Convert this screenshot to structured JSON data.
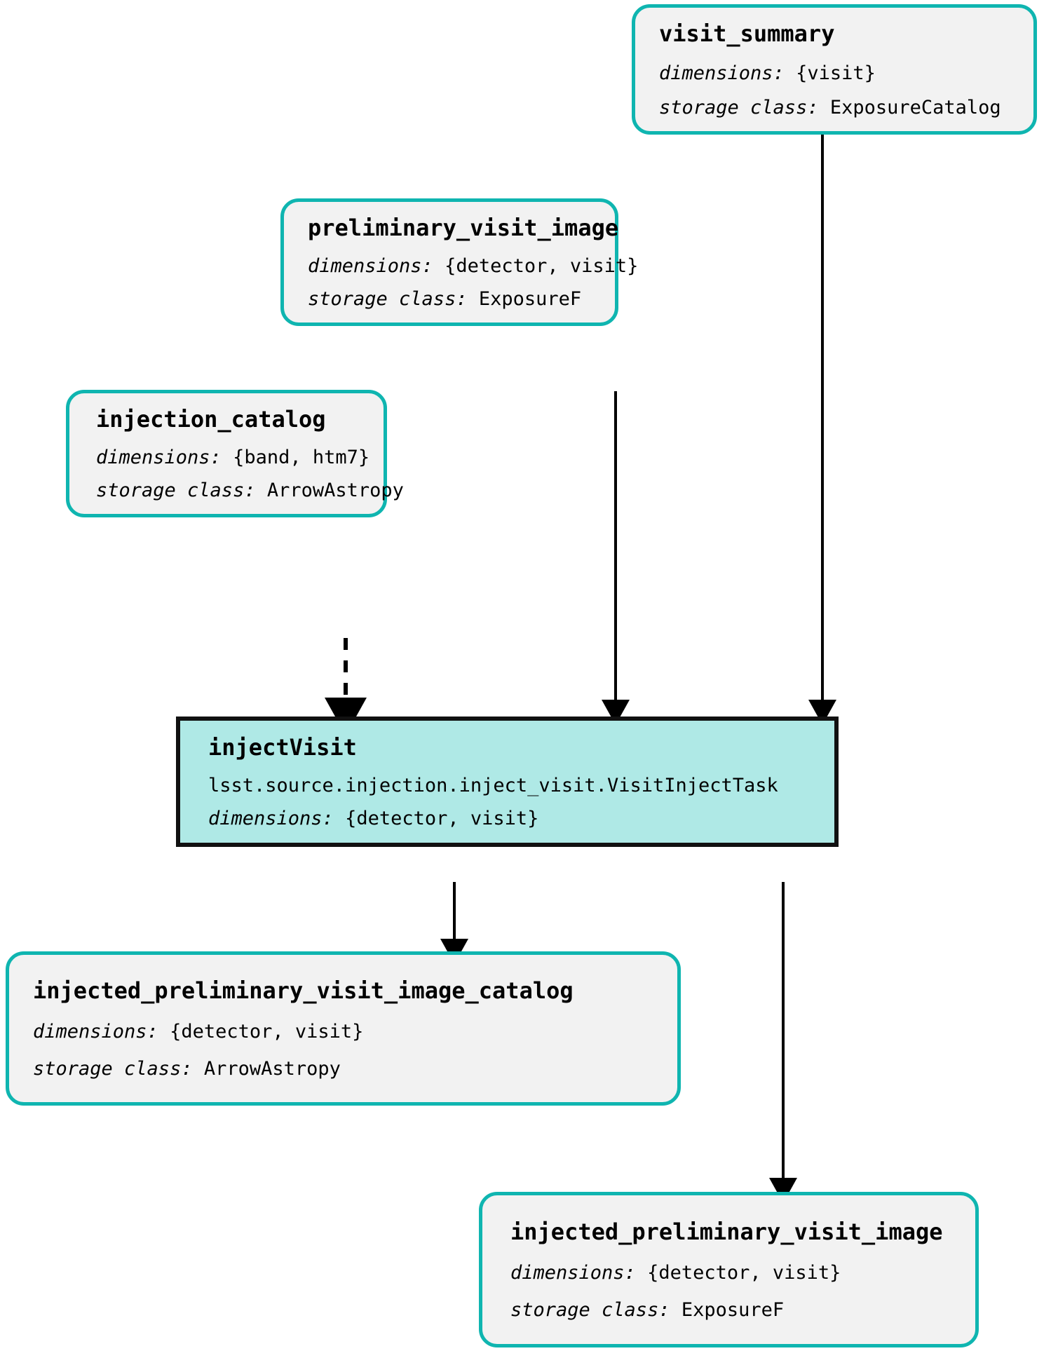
{
  "diagram": {
    "type": "pipeline-dag",
    "colors": {
      "dataset_border": "#0FB5B0",
      "dataset_fill": "#F2F2F2",
      "task_fill": "#AFE9E6",
      "task_border": "#111111",
      "edge": "#000000",
      "background": "#FFFFFF"
    },
    "labels": {
      "dimensions": "dimensions:",
      "storage_class": "storage class:"
    },
    "nodes": [
      {
        "id": "visit_summary",
        "kind": "dataset",
        "title": "visit_summary",
        "dimensions": "{visit}",
        "storage_class": "ExposureCatalog"
      },
      {
        "id": "preliminary_visit_image",
        "kind": "dataset",
        "title": "preliminary_visit_image",
        "dimensions": "{detector, visit}",
        "storage_class": "ExposureF"
      },
      {
        "id": "injection_catalog",
        "kind": "dataset",
        "title": "injection_catalog",
        "dimensions": "{band, htm7}",
        "storage_class": "ArrowAstropy"
      },
      {
        "id": "injectVisit",
        "kind": "task",
        "title": "injectVisit",
        "task_class": "lsst.source.injection.inject_visit.VisitInjectTask",
        "dimensions": "{detector, visit}"
      },
      {
        "id": "injected_preliminary_visit_image_catalog",
        "kind": "dataset",
        "title": "injected_preliminary_visit_image_catalog",
        "dimensions": "{detector, visit}",
        "storage_class": "ArrowAstropy"
      },
      {
        "id": "injected_preliminary_visit_image",
        "kind": "dataset",
        "title": "injected_preliminary_visit_image",
        "dimensions": "{detector, visit}",
        "storage_class": "ExposureF"
      }
    ],
    "edges": [
      {
        "from": "visit_summary",
        "to": "injectVisit",
        "style": "solid"
      },
      {
        "from": "preliminary_visit_image",
        "to": "injectVisit",
        "style": "solid"
      },
      {
        "from": "injection_catalog",
        "to": "injectVisit",
        "style": "dashed"
      },
      {
        "from": "injectVisit",
        "to": "injected_preliminary_visit_image_catalog",
        "style": "solid"
      },
      {
        "from": "injectVisit",
        "to": "injected_preliminary_visit_image",
        "style": "solid"
      }
    ]
  }
}
